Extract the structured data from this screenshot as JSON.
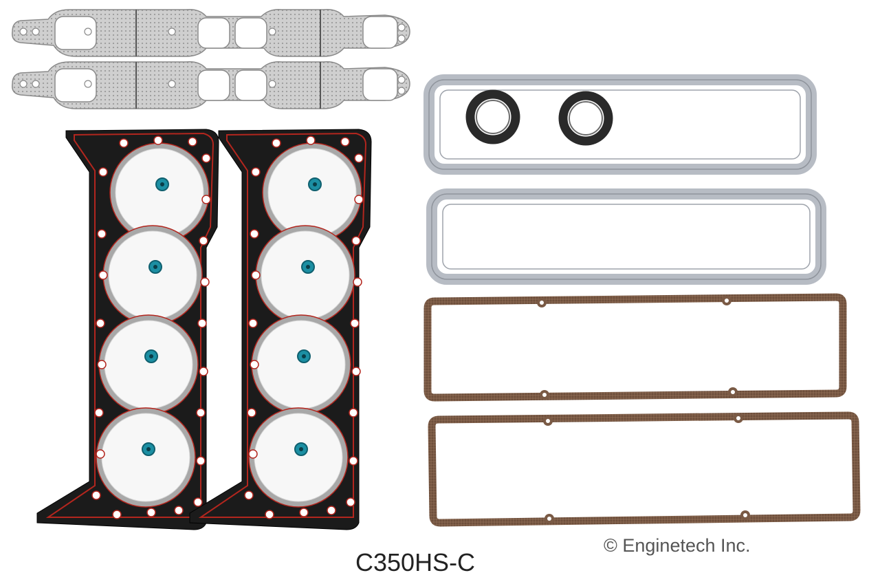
{
  "product": {
    "part_number": "C350HS-C",
    "copyright": "© Enginetech Inc."
  },
  "colors": {
    "background": "#ffffff",
    "exhaust_gasket": "#c9c9c9",
    "head_gasket_body": "#1b1b1b",
    "head_gasket_bore_ring": "#a8a8a8",
    "head_gasket_seal_line": "#b3261e",
    "valve_cover_rubber": "#b7bcc4",
    "valve_cover_cork": "#7a5a45",
    "seal_ring": "#2a2a2a",
    "steam_hole_grommet": "#1c8fa3"
  },
  "parts": [
    {
      "name": "exhaust-manifold-gasket",
      "quantity": 2
    },
    {
      "name": "cylinder-head-gasket",
      "quantity": 2
    },
    {
      "name": "rubber-valve-cover-gasket",
      "quantity": 2
    },
    {
      "name": "spark-plug-tube-seal",
      "quantity": 2
    },
    {
      "name": "cork-valve-cover-gasket",
      "quantity": 2
    }
  ]
}
